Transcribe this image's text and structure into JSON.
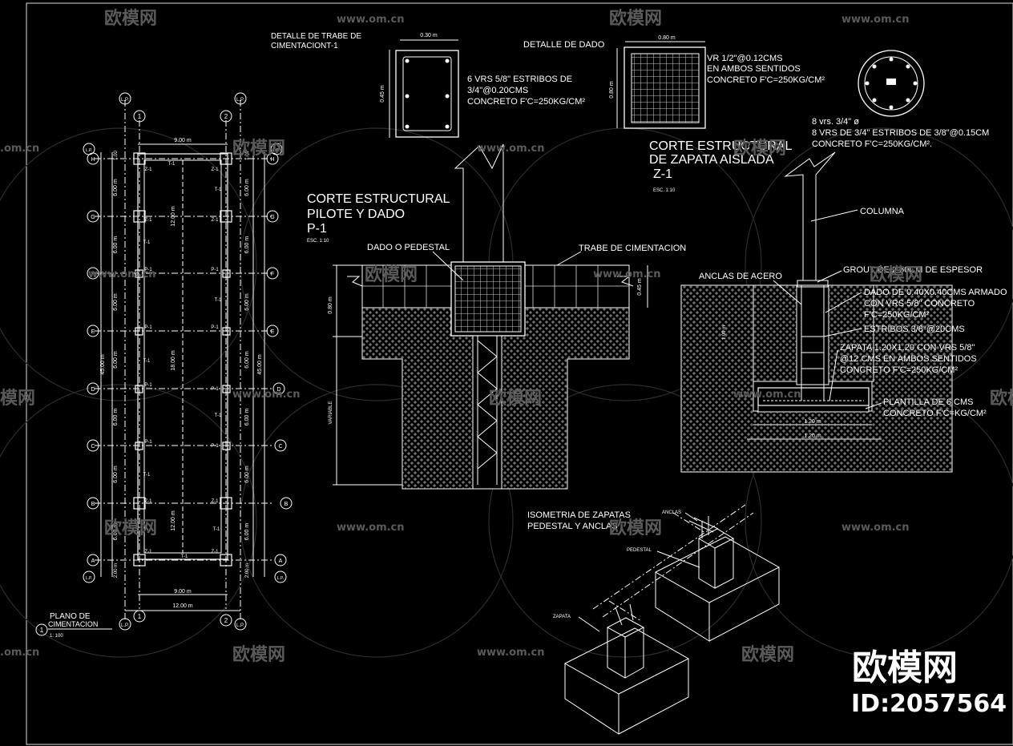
{
  "watermark": {
    "site": "www.om.cn",
    "brand": "欧模网",
    "id_label": "ID:2057564",
    "partial_left": ".om.cn",
    "partial_left2": "模网"
  },
  "plan": {
    "title_line1": "PLANO DE",
    "title_line2": "CIMENTACION",
    "number": "1",
    "scale": "1: 100",
    "dim_top": "9.00 m",
    "dim_bottom1": "9.00 m",
    "dim_bottom2": "12.00 m",
    "dim_height_left": "45.00 m",
    "dim_height_right": "45.00 m",
    "inner_dims": [
      "12.00 m",
      "18.00 m",
      "12.00 m"
    ],
    "bay": "6.00 m",
    "bay_half": "2.00 m",
    "bay_top": "1.00",
    "grid_cols": [
      "1",
      "2"
    ],
    "grid_rows": [
      "H",
      "G",
      "F",
      "E",
      "D",
      "C",
      "B",
      "A"
    ],
    "lp": "L.P.",
    "t1": "T-1",
    "z1": "Z-1",
    "p1": "P-1"
  },
  "trabe": {
    "title_line1": "DETALLE DE TRABE DE",
    "title_line2": "CIMENTACIONT-1",
    "width": "0.30 m",
    "height": "0.45 m",
    "note1": "6 VRS 5/8\" ESTRIBOS DE",
    "note2": "3/4\"@0.20CMS",
    "note3": "CONCRETO F'C=250KG/CM²"
  },
  "dado": {
    "title": "DETALLE DE DADO",
    "width": "0.80 m",
    "height": "0.80 m",
    "note1": "VR 1/2\"@0.12CMS",
    "note2": "EN AMBOS SENTIDOS",
    "note3": "CONCRETO F'C=250KG/CM²"
  },
  "columna": {
    "note1": "8 vrs. 3/4\" ø",
    "note2": "8 VRS DE 3/4\" ESTRIBOS DE 3/8\"@0.15CM",
    "note3": "CONCRETO F'C=250KG/CM²."
  },
  "pilote": {
    "title1": "CORTE ESTRUCTURAL",
    "title2": "PILOTE Y DADO",
    "title3": "P-1",
    "scale": "ESC. 1:10",
    "label_dado": "DADO O PEDESTAL",
    "label_trabe": "TRABE DE CIMENTACION",
    "dim_080": "0.80 m",
    "dim_045": "0.45 m",
    "variable": "VARIABLE"
  },
  "zapata": {
    "title1": "CORTE ESTRUCTURAL",
    "title2": "DE ZAPATA AISLADA",
    "title3": "Z-1",
    "scale": "ESC. 1:10",
    "columna": "COLUMNA",
    "anclas": "ANCLAS DE ACERO",
    "grout": "GROUT DE 2.50CM DE ESPESOR",
    "dado1": "DADO DE 0.40X0.40CMS ARMADO",
    "dado2": "CON VRS 5/8\" CONCRETO",
    "dado3": "F'C=250KG/CM²",
    "estribos": "ESTRIBOS 3/8\"@20CMS",
    "zap1": "ZAPATA 1.20X1.20 CON VRS 5/8\"",
    "zap2": "@12 CMS EN AMBOS SENTIDOS",
    "zap3": "CONCRETO F'C=250KG/CM²",
    "plant1": "PLANTILLA DE 6 CMS",
    "plant2": "CONCRETO F'C=KG/CM²",
    "dim_a": "1.20 m",
    "dim_b": "1.20 m",
    "dim_v": "1.00 m"
  },
  "iso": {
    "title1": "ISOMETRIA DE ZAPATAS",
    "title2": "PEDESTAL Y ANCLAS",
    "anclas": "ANCLAS",
    "pedestal": "PEDESTAL",
    "zapata": "ZAPATA"
  }
}
